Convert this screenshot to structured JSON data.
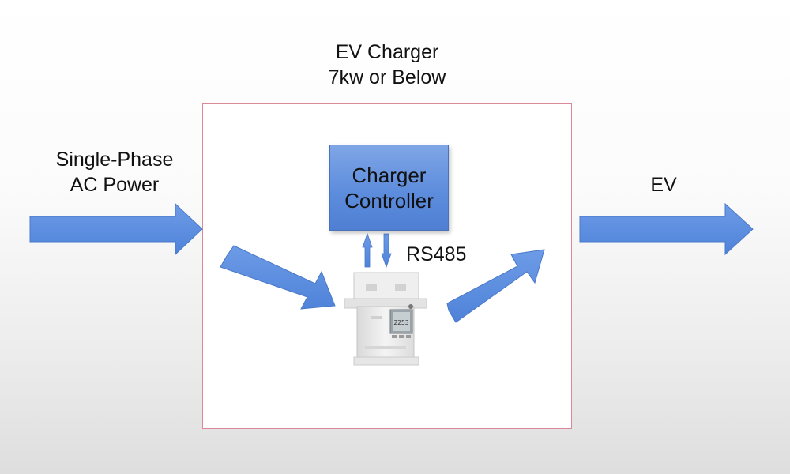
{
  "title": {
    "line1": "EV Charger",
    "line2": "7kw or Below"
  },
  "source": {
    "line1": "Single-Phase",
    "line2": "AC Power"
  },
  "output": {
    "label": "EV"
  },
  "controller": {
    "line1": "Charger",
    "line2": "Controller"
  },
  "link": {
    "label": "RS485"
  },
  "meter": {
    "screen_text": "2253"
  },
  "colors": {
    "arrow": "#5b8fe0",
    "box_border": "#d98a96",
    "controller_fill": "#5e8ddd"
  }
}
